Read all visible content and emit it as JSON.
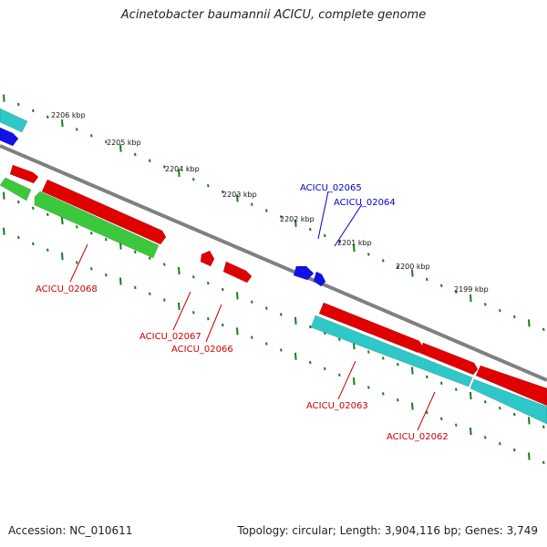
{
  "title": "Acinetobacter baumannii ACICU, complete genome",
  "footer": {
    "accession": "Accession: NC_010611",
    "topology": "Topology: circular; Length: 3,904,116 bp; Genes: 3,749"
  },
  "colors": {
    "backbone": "#808080",
    "forward_gene": "#e00000",
    "reverse_gene": "#e00000",
    "cyan_feature": "#2ec8c8",
    "green_feature": "#3cc83c",
    "blue_feature": "#1010e8",
    "tick": "#1a7a1a",
    "label_red": "#cc0000",
    "label_blue": "#0000cc"
  },
  "ruler": {
    "labels": [
      "2206 kbp",
      "2205 kbp",
      "2204 kbp",
      "2203 kbp",
      "2202 kbp",
      "2201 kbp",
      "2200 kbp",
      "2199 kbp"
    ]
  },
  "genes": {
    "ACICU_02068": "ACICU_02068",
    "ACICU_02067": "ACICU_02067",
    "ACICU_02066": "ACICU_02066",
    "ACICU_02065": "ACICU_02065",
    "ACICU_02064": "ACICU_02064",
    "ACICU_02063": "ACICU_02063",
    "ACICU_02062": "ACICU_02062"
  }
}
